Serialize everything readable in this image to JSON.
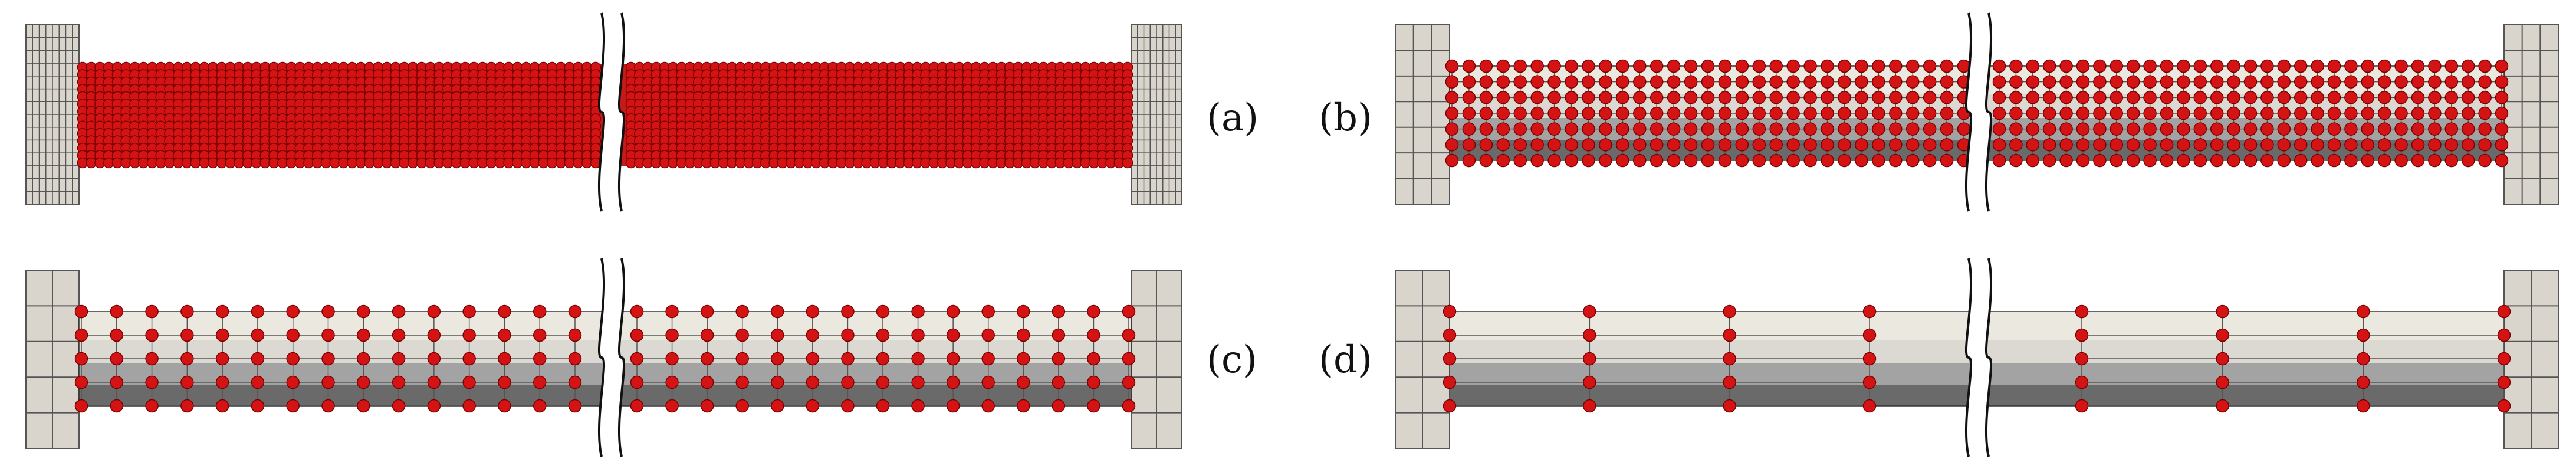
{
  "panels": [
    {
      "id": "a",
      "label": "(a)",
      "node_columns_per_side": 60,
      "node_rows": 14,
      "spacing": "dense",
      "fill": "red"
    },
    {
      "id": "b",
      "label": "(b)",
      "node_columns_per_side": 31,
      "node_rows": 7,
      "spacing": "fine",
      "fill": "shaded"
    },
    {
      "id": "c",
      "label": "(c)",
      "node_columns_per_side": 15,
      "node_rows": 5,
      "spacing": "medium",
      "fill": "shaded"
    },
    {
      "id": "d",
      "label": "(d)",
      "node_columns_per_side": 4,
      "node_rows": 5,
      "spacing": "coarse",
      "fill": "shaded"
    }
  ],
  "colors": {
    "node": "#d41414",
    "node_edge": "#7a0000",
    "end_block": "#d9d5cc",
    "grid_line": "#555555",
    "band_light": "#ebe8e0",
    "band_mid": "#c6c4c0",
    "band_mid2": "#a3a3a3",
    "band_dark": "#6a6a6a",
    "dense_fill": "#c51a1a"
  }
}
